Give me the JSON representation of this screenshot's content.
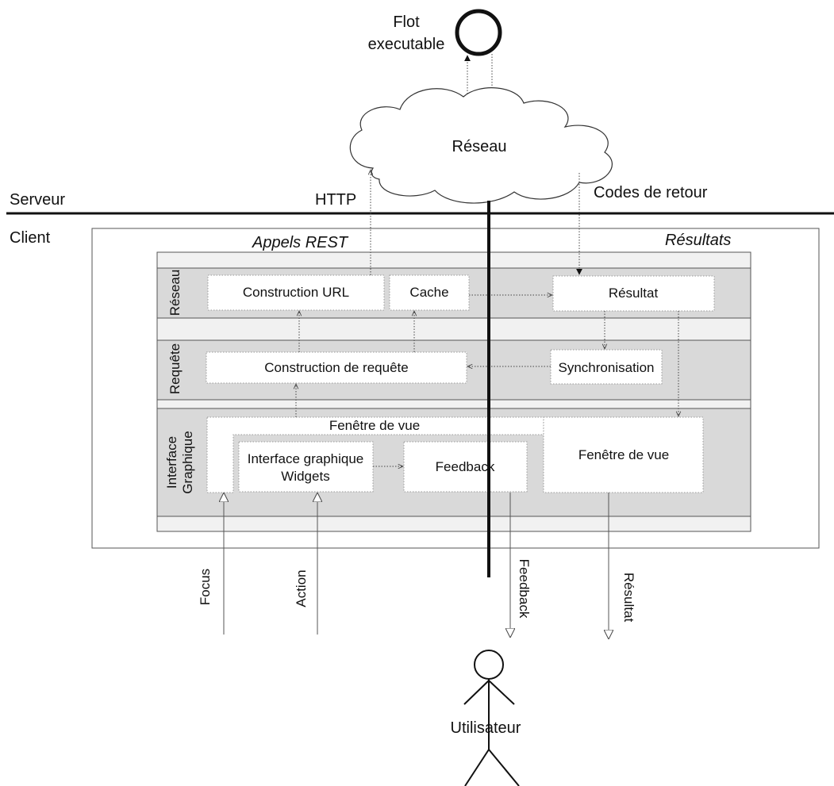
{
  "server": {
    "flot_line1": "Flot",
    "flot_line2": "executable",
    "reseau_cloud": "Réseau",
    "label_serveur": "Serveur",
    "label_http": "HTTP",
    "label_codes": "Codes de retour"
  },
  "client": {
    "label_client": "Client",
    "appels_rest": "Appels REST",
    "resultats": "Résultats",
    "bands": {
      "reseau": "Réseau",
      "requete": "Requête",
      "ig_line1": "Interface",
      "ig_line2": "Graphique"
    },
    "boxes": {
      "construction_url": "Construction URL",
      "cache": "Cache",
      "resultat": "Résultat",
      "construction_requete": "Construction de requête",
      "synchronisation": "Synchronisation",
      "fenetre_vue_top": "Fenêtre de vue",
      "widgets_line1": "Interface graphique",
      "widgets_line2": "Widgets",
      "feedback": "Feedback",
      "fenetre_vue_right": "Fenêtre de vue"
    }
  },
  "user": {
    "focus": "Focus",
    "action": "Action",
    "feedback": "Feedback",
    "resultat": "Résultat",
    "utilisateur": "Utilisateur"
  }
}
